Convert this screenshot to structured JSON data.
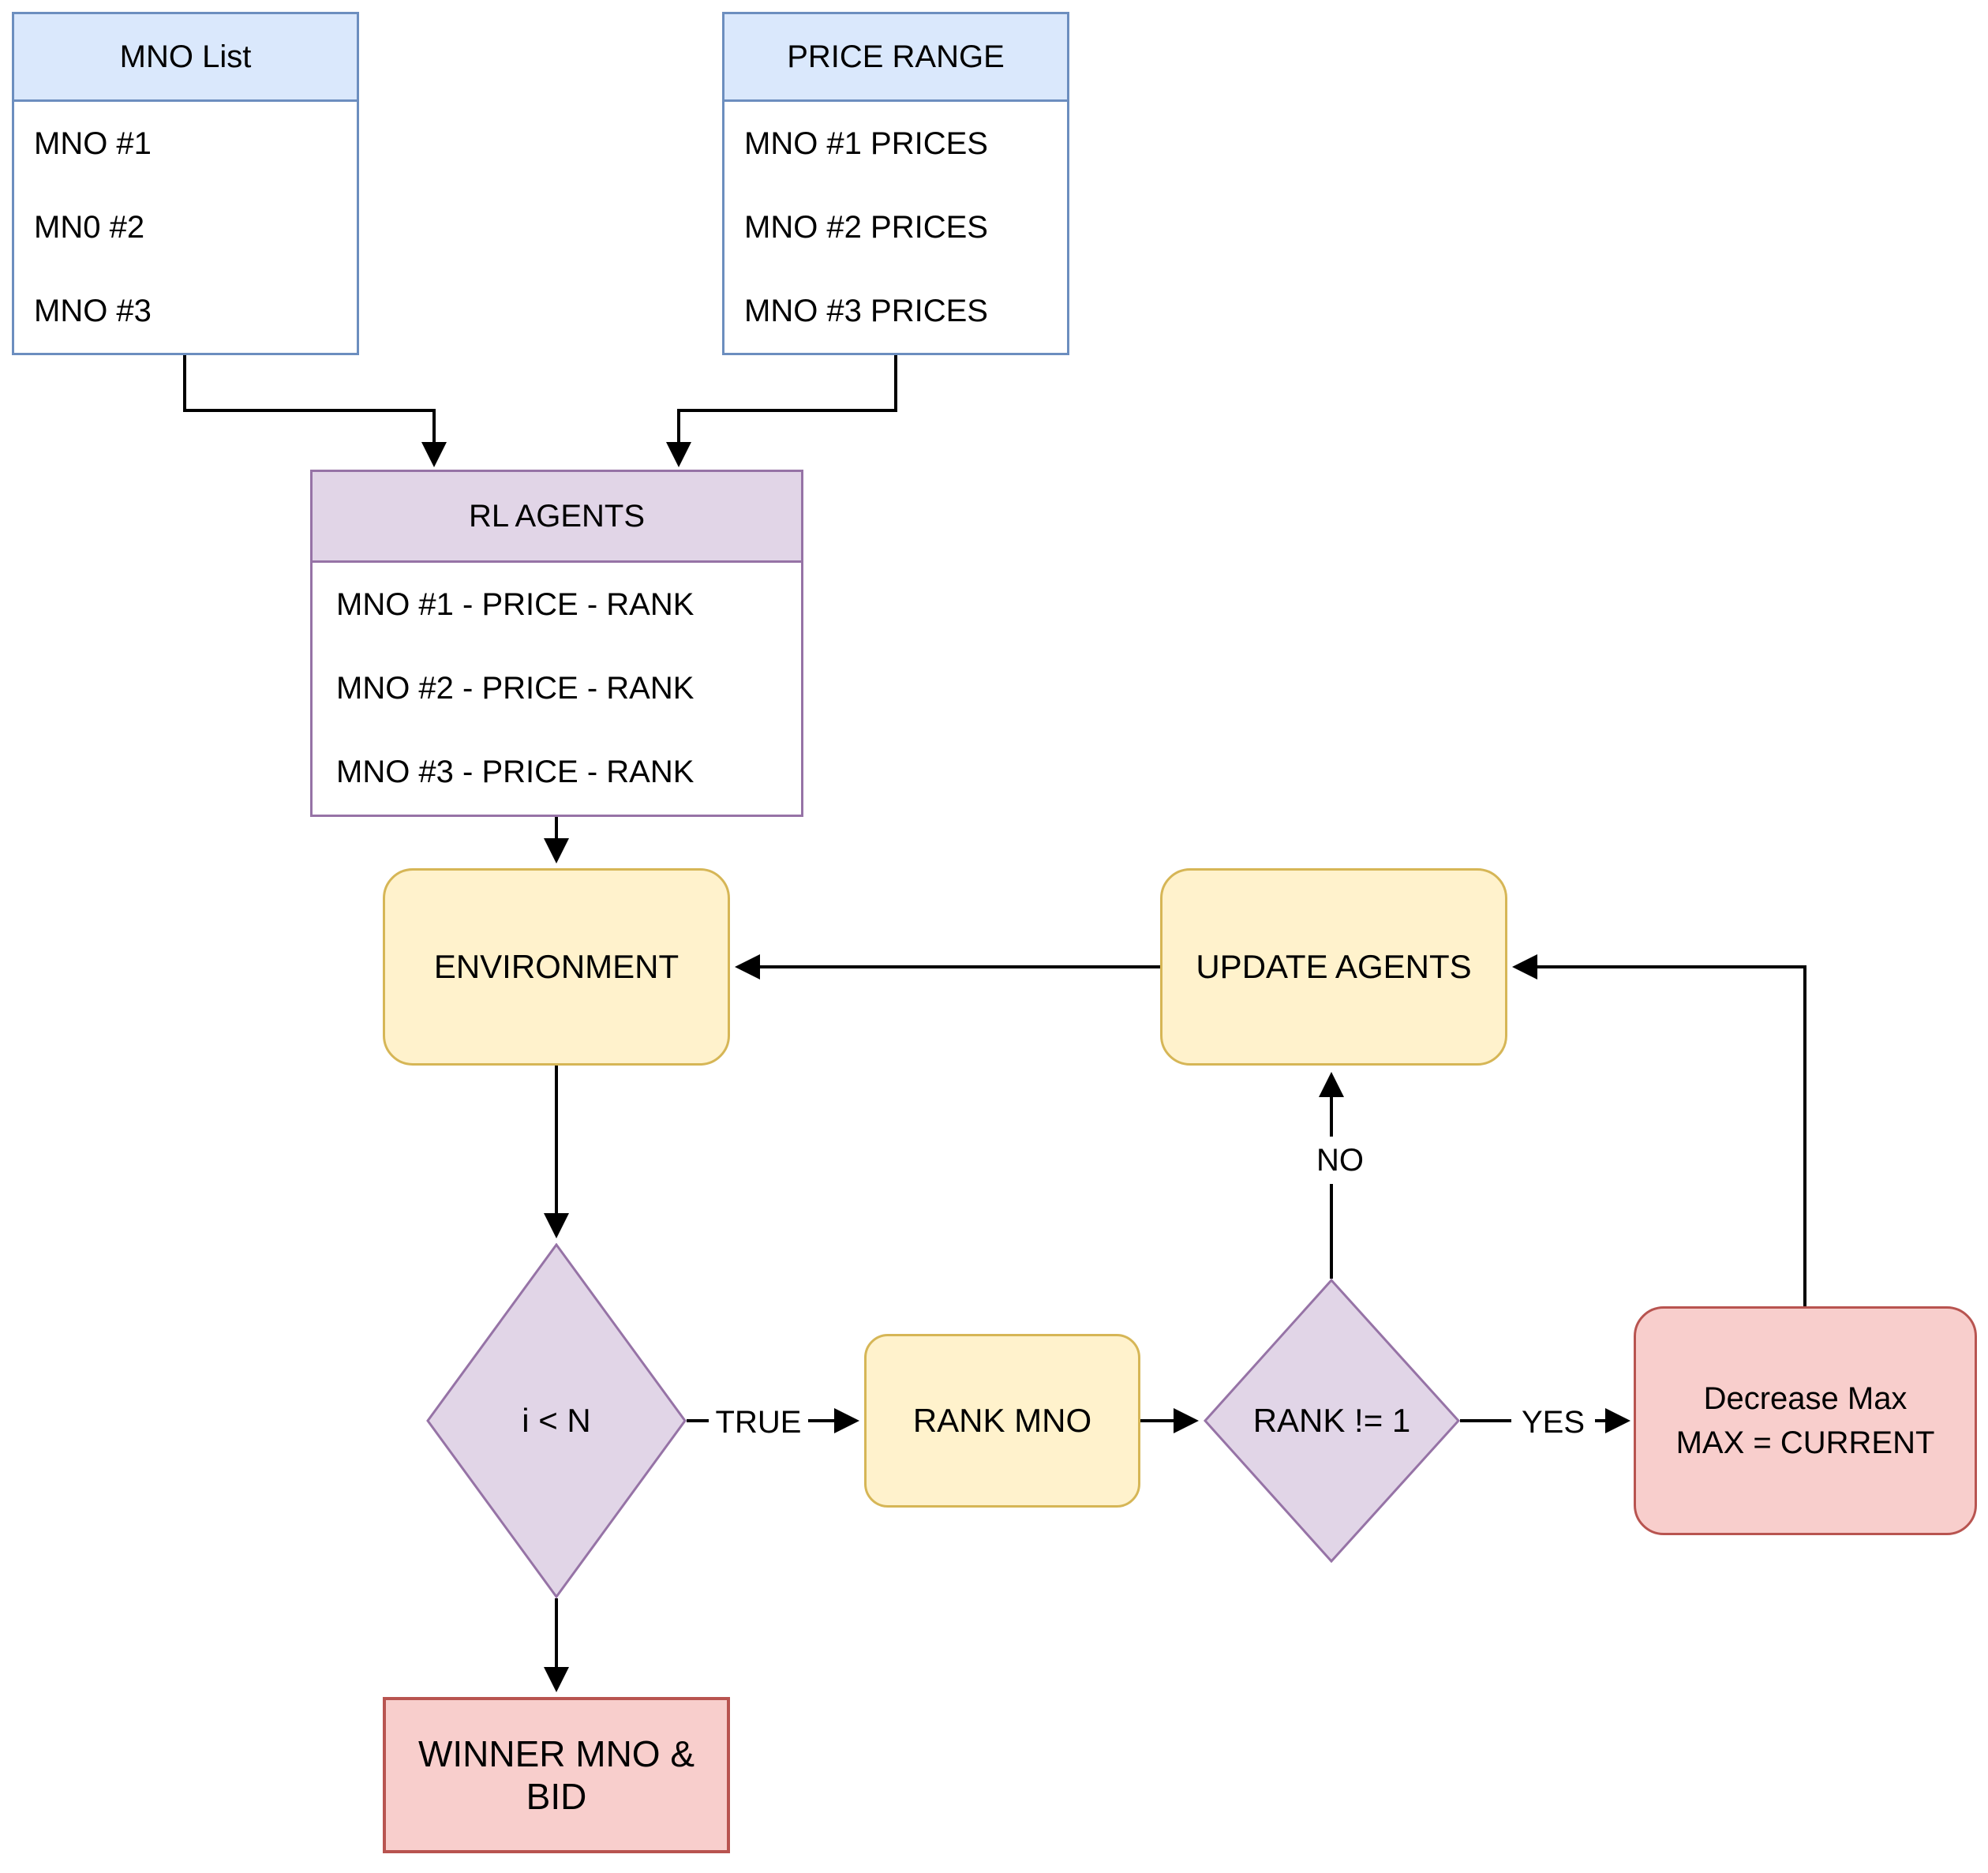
{
  "palette": {
    "blue_fill": "#dae8fc",
    "blue_stroke": "#6c8ebf",
    "purple_fill": "#e1d5e7",
    "purple_stroke": "#9673a6",
    "yellow_fill": "#fff2cc",
    "yellow_stroke": "#d6b656",
    "red_fill": "#f8cecc",
    "red_stroke": "#b85450",
    "line_color": "#000000",
    "background": "#ffffff"
  },
  "nodes": {
    "mno_list": {
      "title": "MNO List",
      "items": [
        "MNO #1",
        "MN0 #2",
        "MNO #3"
      ]
    },
    "price_range": {
      "title": "PRICE RANGE",
      "items": [
        "MNO #1 PRICES",
        "MNO #2 PRICES",
        "MNO #3 PRICES"
      ]
    },
    "rl_agents": {
      "title": "RL AGENTS",
      "items": [
        "MNO #1 - PRICE - RANK",
        "MNO #2 - PRICE - RANK",
        "MNO #3 - PRICE - RANK"
      ]
    },
    "environment": {
      "label": "ENVIRONMENT"
    },
    "update_agents": {
      "label": "UPDATE AGENTS"
    },
    "i_less_n": {
      "label": "i < N"
    },
    "rank_mno": {
      "label": "RANK MNO"
    },
    "rank_not_1": {
      "label": "RANK != 1"
    },
    "decrease_max": {
      "line1": "Decrease Max",
      "line2": "MAX = CURRENT"
    },
    "winner": {
      "label": "WINNER MNO & BID"
    }
  },
  "edge_labels": {
    "true_label": "TRUE",
    "yes_label": "YES",
    "no_label": "NO"
  }
}
